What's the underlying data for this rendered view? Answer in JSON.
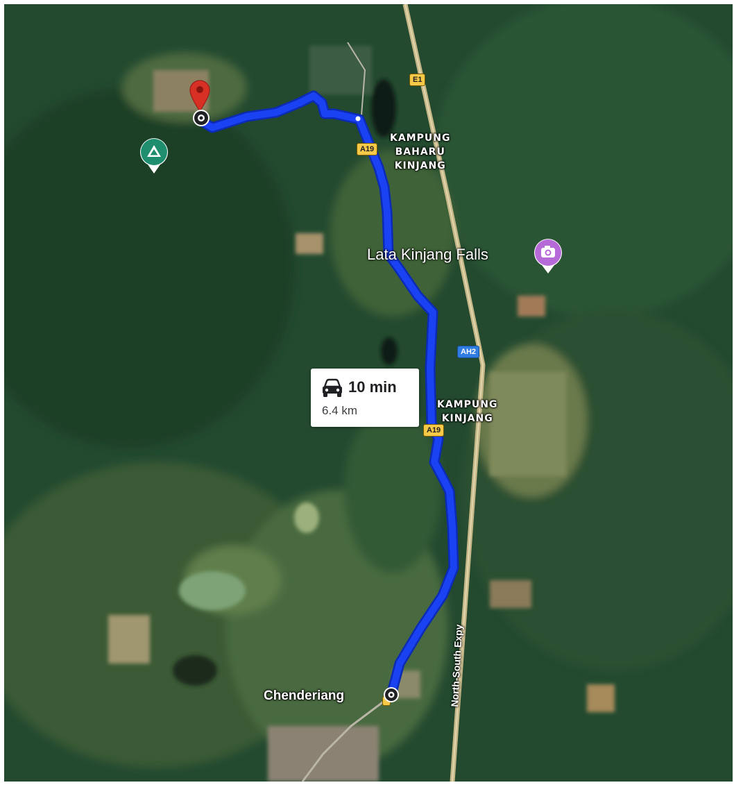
{
  "map": {
    "type": "satellite-route",
    "route_color": "#1a41f2",
    "route_outline_color": "#0b2bb4"
  },
  "route": {
    "time": "10 min",
    "distance": "6.4 km",
    "mode_icon": "car-icon"
  },
  "places": {
    "village_north": [
      "KAMPUNG",
      "BAHARU",
      "KINJANG"
    ],
    "village_south": [
      "KAMPUNG",
      "KINJANG"
    ],
    "poi_falls": "Lata Kinjang Falls",
    "town_start": "Chenderiang",
    "expressway": "North-South Expy"
  },
  "road_shields": {
    "e1": "E1",
    "a19_north": "A19",
    "a19_south": "A19",
    "ah2": "AH2"
  },
  "markers": {
    "destination_icon": "red-pin-icon",
    "campground_icon": "campground-icon",
    "falls_icon": "camera-icon",
    "destination_color": "#d93025",
    "campground_color": "#1e8e6e",
    "falls_color": "#b56ad8"
  }
}
